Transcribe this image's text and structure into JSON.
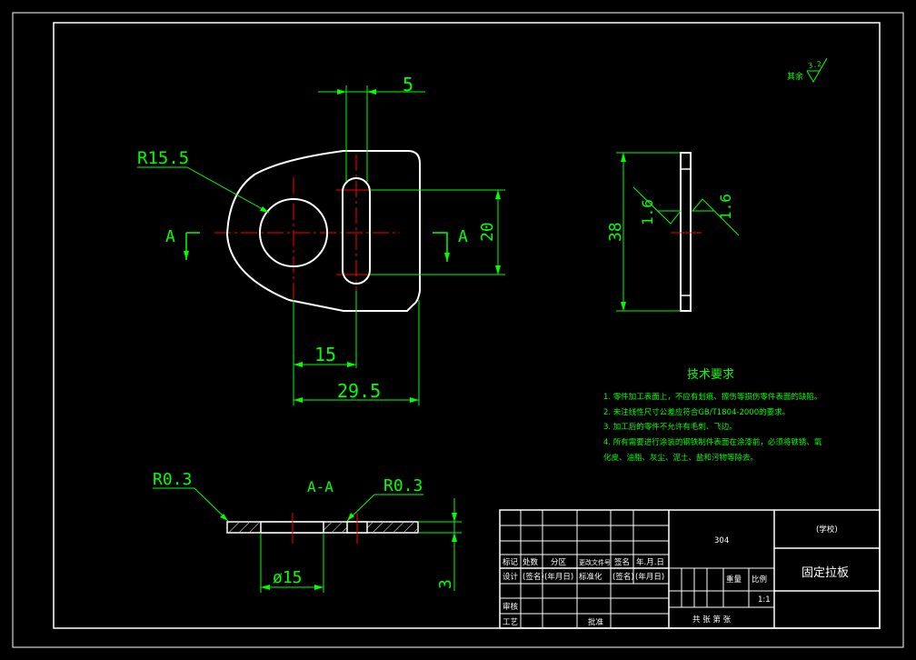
{
  "drawing": {
    "dims": {
      "slot_offset": "5",
      "radius": "R15.5",
      "slot_length": "20",
      "hole_center_offset": "15",
      "overall_length": "29.5",
      "height": "38",
      "roughness_left": "1.6",
      "roughness_right": "1.6",
      "section_fillet_left": "R0.3",
      "section_fillet_right": "R0.3",
      "hole_diameter": "ø15",
      "thickness": "3"
    },
    "section_marks": {
      "left": "A",
      "right": "A",
      "section_title": "A-A"
    },
    "roughness_note": {
      "label": "其余",
      "value": "3.2"
    },
    "tech_requirements": {
      "title": "技术要求",
      "items": [
        "1. 零件加工表面上，不应有划痕、擦伤等损伤零件表面的缺陷。",
        "2. 未注线性尺寸公差应符合GB/T1804-2000的要求。",
        "3. 加工后的零件不允许有毛刺、飞边。",
        "4. 所有需要进行涂装的钢铁制件表面在涂漆前，必须将铁锈、氧",
        "化皮、油脂、灰尘、泥土、盐和污物等除去。"
      ]
    },
    "title_block": {
      "material": "304",
      "school": "(学校)",
      "part_name": "固定拉板",
      "row_labels": [
        "标记",
        "处数",
        "分区",
        "更改文件号",
        "签名",
        "年.月.日"
      ],
      "design": "设计",
      "signed": "(签名)",
      "date": "(年月日)",
      "standardization": "标准化",
      "signed2": "(签名)",
      "date2": "(年月日)",
      "weight": "重量",
      "scale": "比例",
      "scale_value": "1:1",
      "review": "审核",
      "process": "工艺",
      "approve": "批准",
      "sheets": "共  张    第  张"
    }
  },
  "colors": {
    "background": "#000000",
    "geometry": "#ffffff",
    "dimension": "#00ff00",
    "centerline": "#ff0000"
  }
}
